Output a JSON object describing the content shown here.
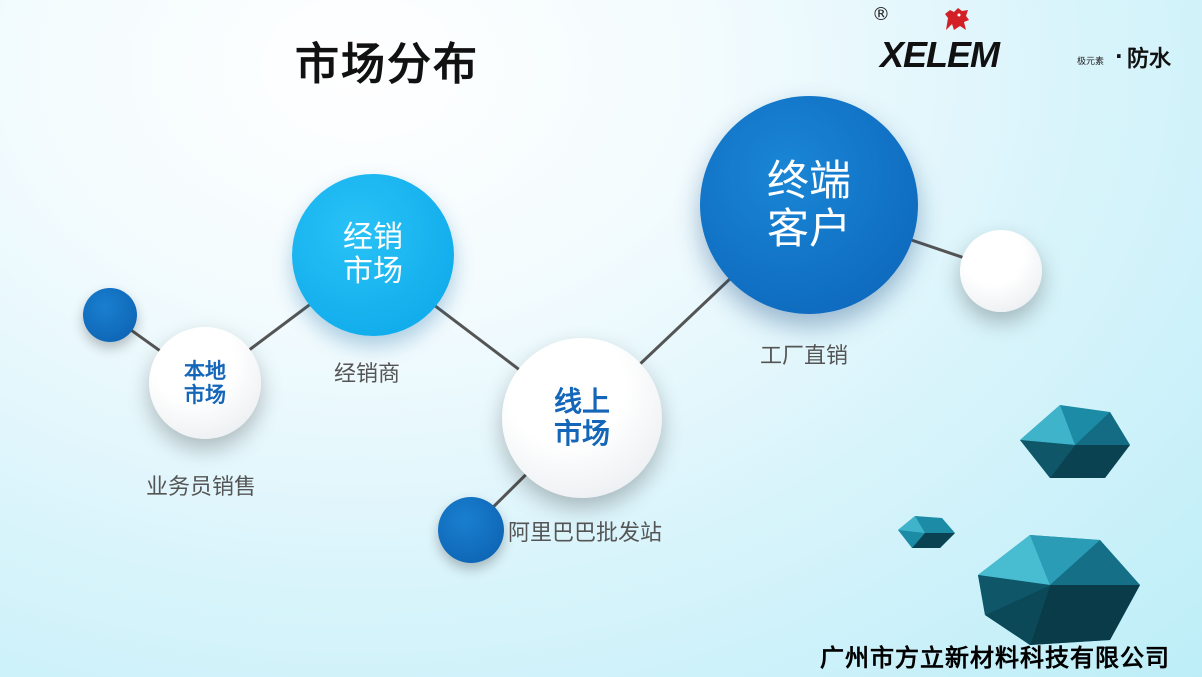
{
  "title": "市场分布",
  "logo": {
    "registered": "®",
    "wordmark": "XELEM",
    "sub": "极元素",
    "dot": "·",
    "suffix": "防水"
  },
  "nodes": {
    "terminal": "终端\n客户",
    "dealer": "经销\n市场",
    "local": "本地\n市场",
    "online": "线上\n市场"
  },
  "labels": {
    "terminal": "工厂直销",
    "dealer": "经销商",
    "local": "业务员销售",
    "online": "阿里巴巴批发站"
  },
  "company": "广州市方立新材料科技有限公司",
  "colors": {
    "dark_blue": "#0b63b8",
    "light_blue": "#0aa6e8",
    "node_text": "#1466b8",
    "gem": "#1a7f9a"
  }
}
